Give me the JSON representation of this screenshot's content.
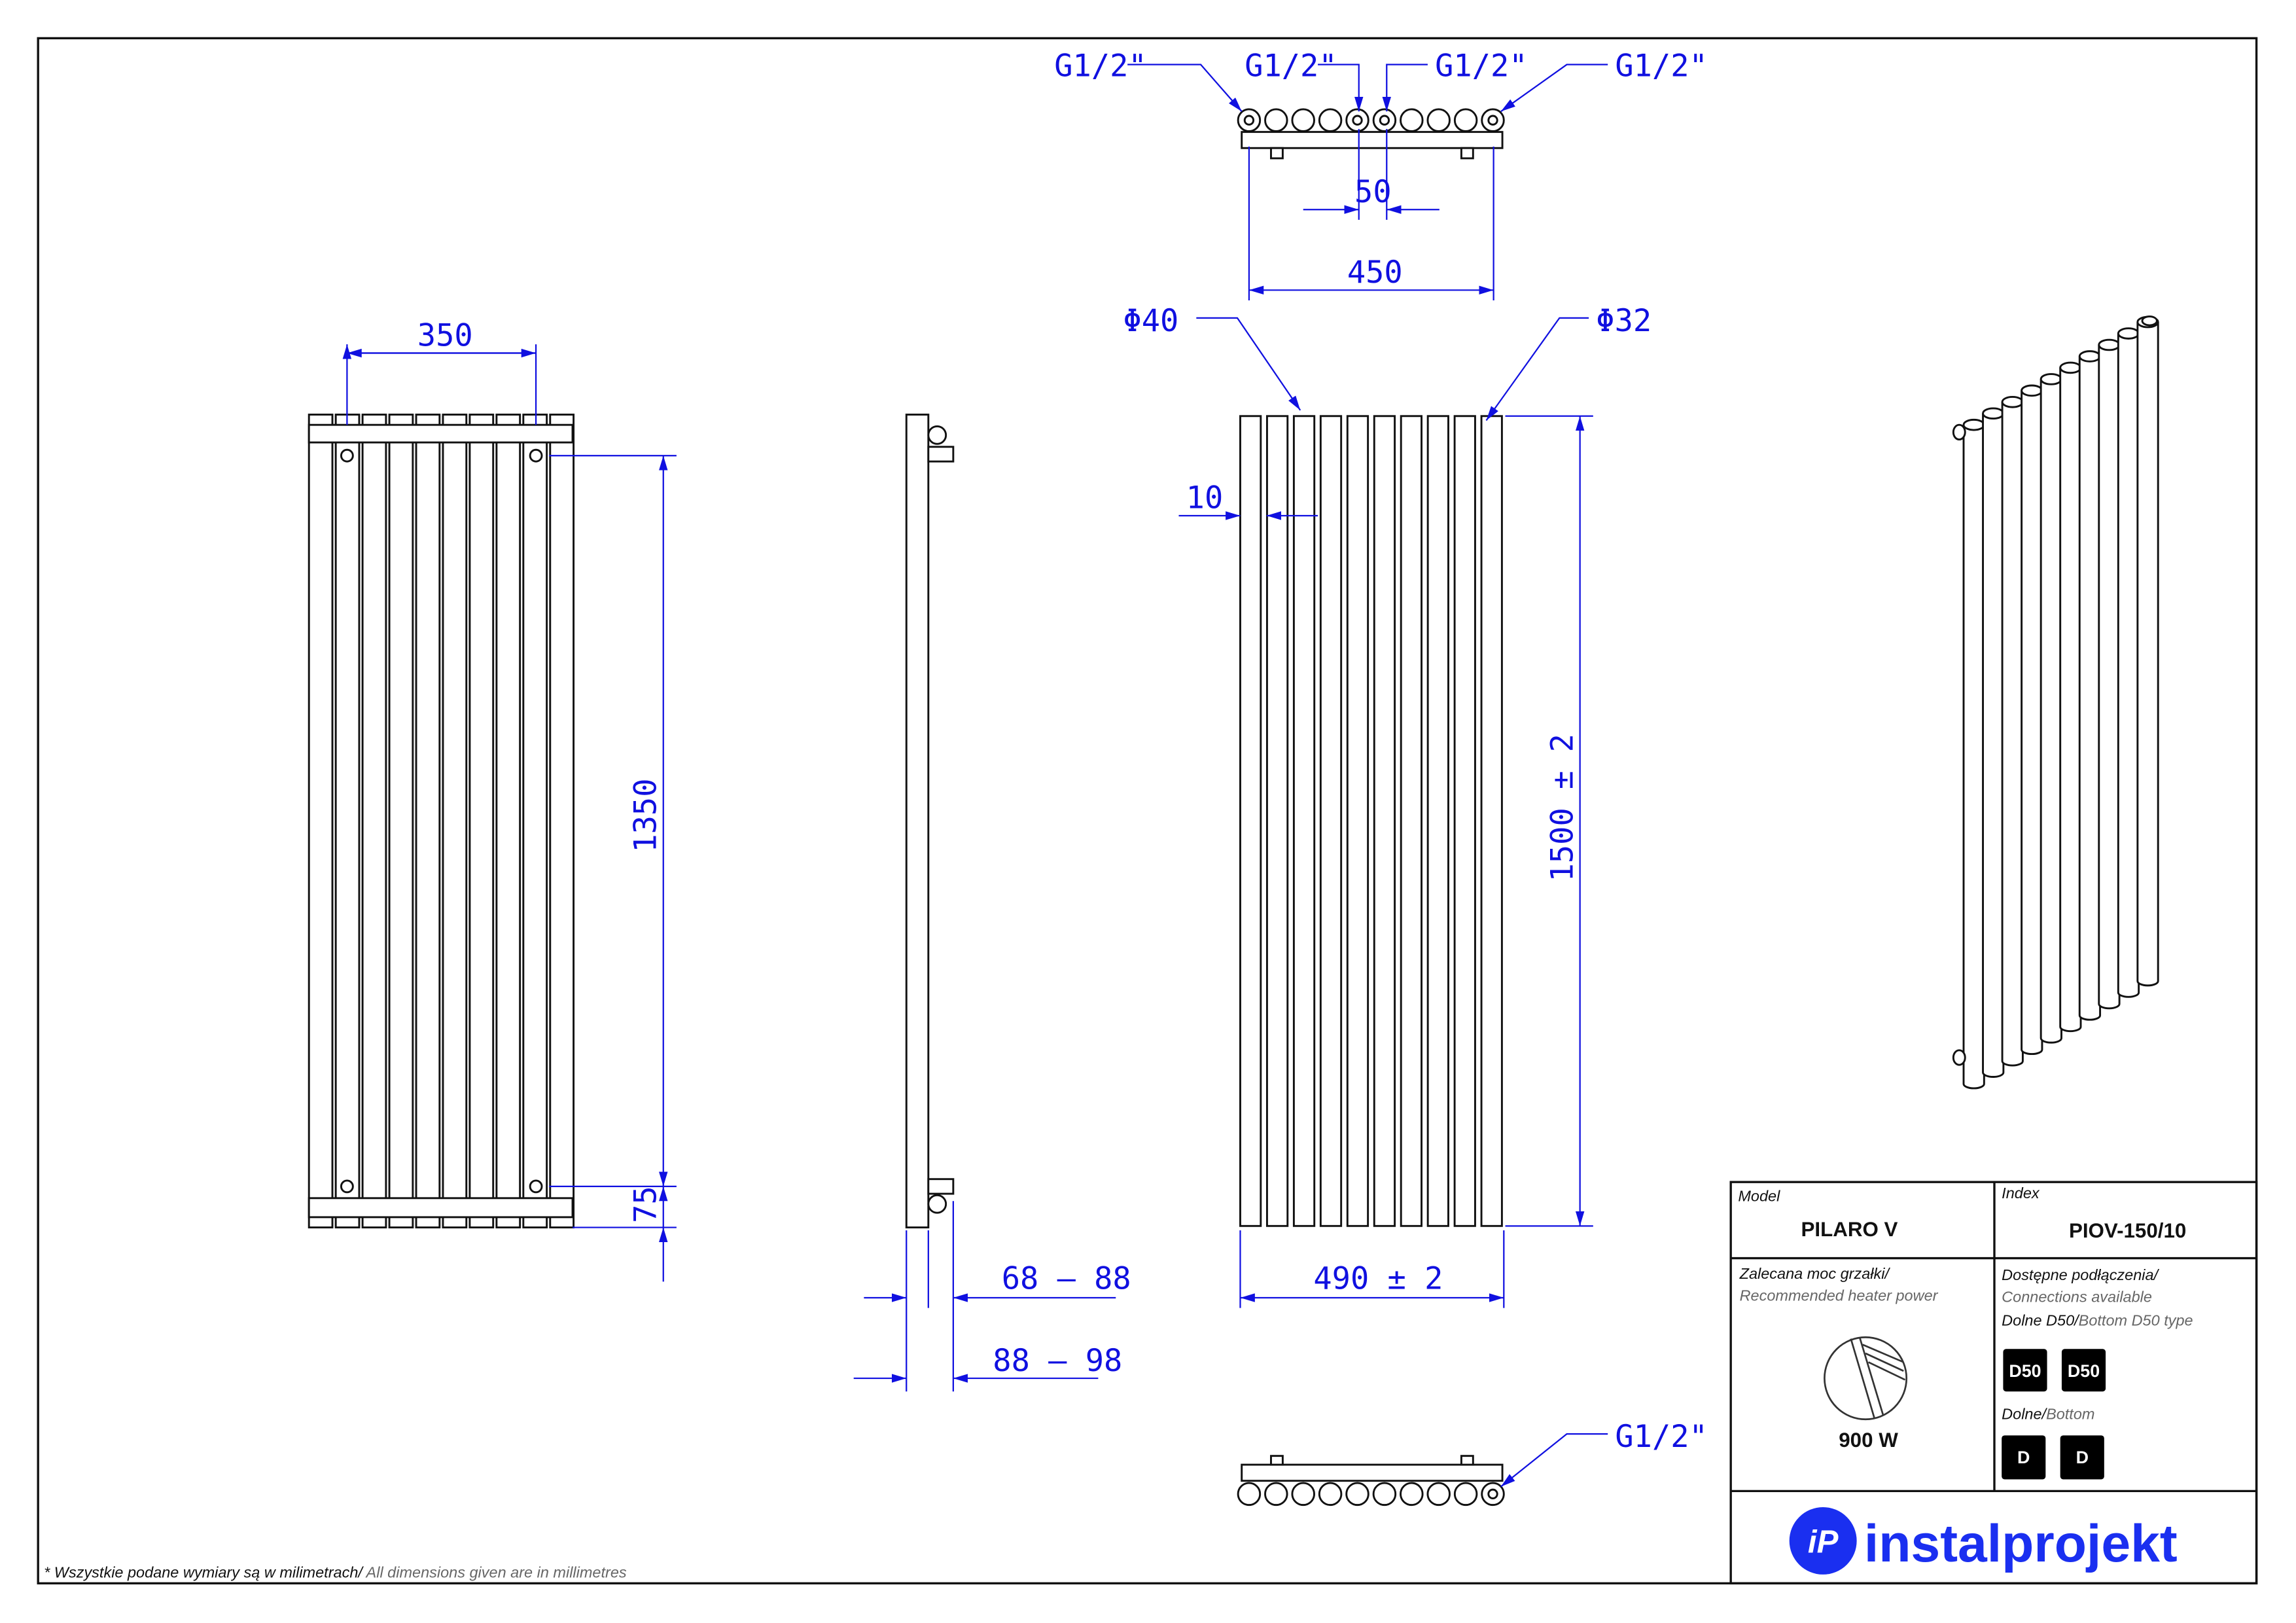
{
  "dimensions": {
    "conn_1": "G1/2\"",
    "conn_2": "G1/2\"",
    "conn_3": "G1/2\"",
    "conn_4": "G1/2\"",
    "conn_bottom": "G1/2\"",
    "spacing_50": "50",
    "width_450": "450",
    "dia_40": "Φ40",
    "dia_32": "Φ32",
    "gap_10": "10",
    "width_350": "350",
    "height_1350": "1350",
    "offset_75": "75",
    "height_1500": "1500 ± 2",
    "width_490": "490 ± 2",
    "depth_68_88": "68 – 88",
    "depth_88_98": "88 – 98"
  },
  "title_block": {
    "model_label": "Model",
    "model_value": "PILARO V",
    "index_label": "Index",
    "index_value": "PIOV-150/10",
    "heater_label_pl": "Zalecana moc grzałki/",
    "heater_label_en": "Recommended heater power",
    "heater_value": "900 W",
    "connections_label_pl": "Dostępne podłączenia/",
    "connections_label_en": "Connections available",
    "d50_label_pl": "Dolne D50/",
    "d50_label_en": "Bottom D50 type",
    "d50_badges": [
      "D50",
      "D50"
    ],
    "bottom_label_pl": "Dolne/",
    "bottom_label_en": "Bottom",
    "d_badges": [
      "D",
      "D"
    ],
    "brand": "instalprojekt",
    "brand_color": "#1a2ff0"
  },
  "footer": {
    "note_pl": "* Wszystkie podane wymiary są w milimetrach/",
    "note_en": " All dimensions given are in millimetres"
  }
}
